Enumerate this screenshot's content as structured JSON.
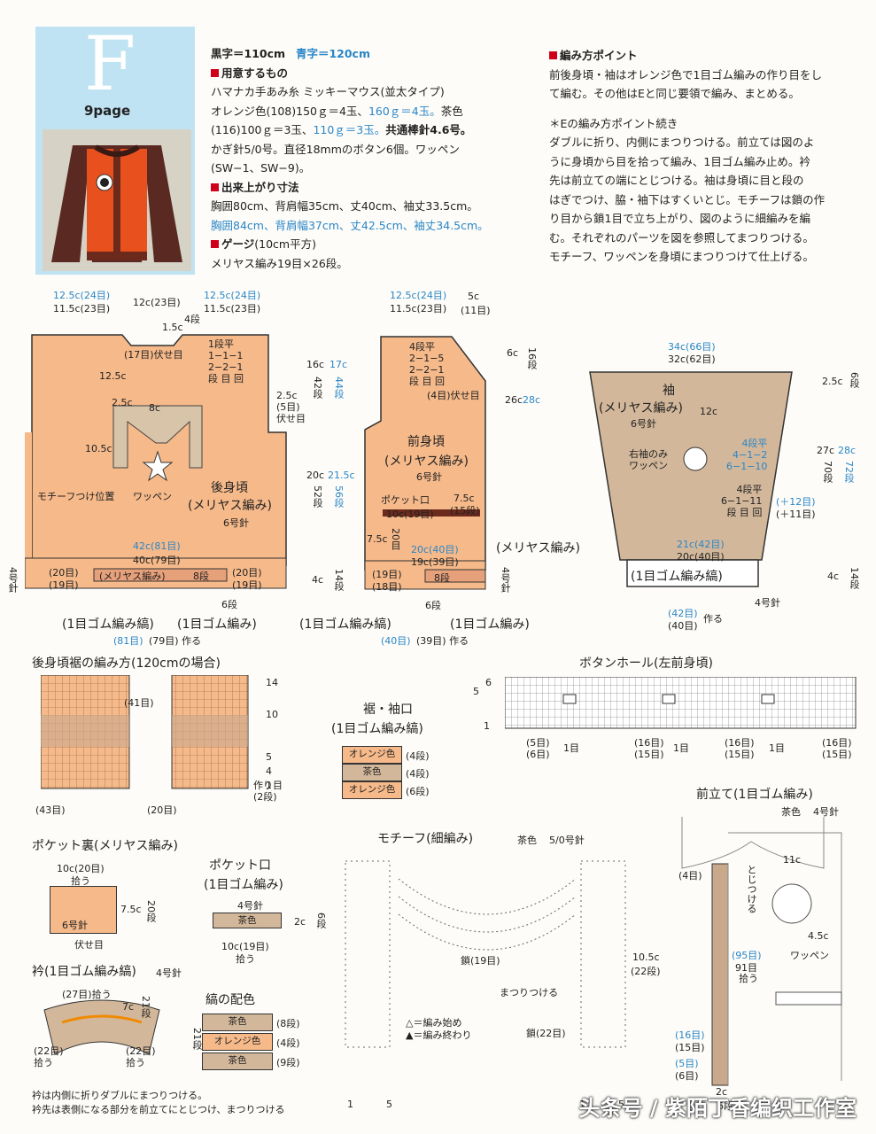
{
  "header": {
    "letter": "F",
    "page": "9page",
    "size_black": "黒字＝110cm",
    "size_blue": "青字＝120cm"
  },
  "materials": {
    "title": "用意するもの",
    "yarn": "ハマナカ手あみ糸 ミッキーマウス(並太タイプ)",
    "orange_a": "オレンジ色(108)150ｇ＝4玉、",
    "orange_b": "160ｇ＝4玉。",
    "brown_label": "茶色",
    "brown_a": "(116)100ｇ＝3玉、",
    "brown_b": "110ｇ＝3玉。",
    "needles": "共通棒針4.6号。",
    "hook": "かぎ針5/0号。直径18mmのボタン6個。ワッペン",
    "patches": "(SW−1、SW−9)。"
  },
  "finished": {
    "title": "出来上がり寸法",
    "black": "胸囲80cm、背肩幅35cm、丈40cm、袖丈33.5cm。",
    "blue": "胸囲84cm、背肩幅37cm、丈42.5cm、袖丈34.5cm。"
  },
  "gauge": {
    "title": "ゲージ",
    "title_suffix": "(10cm平方)",
    "value": "メリヤス編み19目×26段。"
  },
  "points": {
    "title": "編み方ポイント",
    "lines": [
      "前後身頃・袖はオレンジ色で1目ゴム編みの作り目をし",
      "て編む。その他はEと同じ要領で編み、まとめる。",
      "",
      "＊Eの編み方ポイント続き",
      "ダブルに折り、内側にまつりつける。前立ては図のよ",
      "うに身頃から目を拾って編み、1目ゴム編み止め。衿",
      "先は前立ての端にとじつける。袖は身頃に目と段の",
      "はぎでつけ、脇・袖下はすくいとじ。モチーフは鎖の作",
      "り目から鎖1目で立ち上がり、図のように細編みを編",
      "む。それぞれのパーツを図を参照してまつりつける。",
      "モチーフ、ワッペンを身頃にまつりつけて仕上げる。"
    ]
  },
  "back": {
    "top_dims": [
      "12.5c(24目)",
      "11.5c(23目)",
      "12c(23目)",
      "12.5c(24目)",
      "11.5c(23目)"
    ],
    "neck": "1.5c",
    "neck_rows": "4段",
    "bind_off": "(17目)伏せ目",
    "neck_rule": "1段平\n1−1−1\n2−2−1\n段 目 回",
    "shoulder": "12.5c",
    "armhole": "2.5c\n(5目)\n伏せ目",
    "motif_w": "8c",
    "motif_a": "2.5c",
    "motif_h": "10.5c",
    "motif_pos": "モチーフつけ位置",
    "patch": "ワッペン",
    "name": "後身頃",
    "stitch": "(メリヤス編み)",
    "needle": "6号針",
    "width_blue": "42c(81目)",
    "width": "40c(79目)",
    "rib_label": "(メリヤス編み)",
    "rows8": "8段",
    "rows6": "6段",
    "side_l": "(20目)\n(19目)",
    "side_r": "(20目)\n(19目)",
    "hem_h": "4号針",
    "upper_h": "16c",
    "upper_h_blue": "17c",
    "upper_rows": "42段",
    "upper_rows_blue": "44段",
    "lower_h": "20c",
    "lower_h_blue": "21.5c",
    "lower_rows": "52段",
    "lower_rows_blue": "56段",
    "rib_h": "4c",
    "rib_rows": "14段",
    "rib1": "(1目ゴム編み縞)",
    "rib2": "(1目ゴム編み)",
    "cast_on_blue": "(81目)",
    "cast_on": "(79目) 作る"
  },
  "front": {
    "top_blue": "12.5c(24目)",
    "top": "11.5c(23目)",
    "neck_w": "5c",
    "neck_st": "(11目)",
    "neck_rule": "4段平\n2−1−5\n2−2−1\n段 目 回",
    "bind": "(4目)伏せ目",
    "name": "前身頃",
    "stitch": "(メリヤス編み)",
    "needle": "6号針",
    "pocket": "ポケット口",
    "pocket_st": "10c(19目)",
    "pocket_h": "7.5c",
    "pocket_rows": "(15段)",
    "pocket_pos": "7.5c",
    "pocket_pos_st": "20目",
    "width_blue": "20c(40目)",
    "width": "19c(39目)",
    "stockinette": "(メリヤス編み)",
    "rows8": "8段",
    "rows6": "6段",
    "side": "(19目)\n(18目)",
    "upper_h": "6c",
    "upper_rows": "16段",
    "mid_h": "26c",
    "mid_h_blue": "28c",
    "rib_h": "4号針",
    "rib1": "(1目ゴム編み縞)",
    "rib2": "(1目ゴム編み)",
    "cast_on_blue": "(40目)",
    "cast_on": "(39目) 作る"
  },
  "sleeve": {
    "top_blue": "34c(66目)",
    "top": "32c(62目)",
    "cap": "2.5c",
    "cap_rows": "6段",
    "name": "袖",
    "stitch": "(メリヤス編み)",
    "needle": "6号針",
    "len": "12c",
    "patch": "右袖のみ\nワッペン",
    "rule_blue": "4段平\n4−1−2\n6−1−10",
    "rule": "4段平\n6−1−11\n段 目 回",
    "plus_blue": "(＋12目)",
    "plus": "(＋11目)",
    "len_h": "27c",
    "len_h_blue": "28c",
    "len_rows": "70段",
    "len_rows_blue": "72段",
    "bottom_blue": "21c(42目)",
    "bottom": "20c(40目)",
    "rib": "(1目ゴム編み縞)",
    "rib_h": "4c",
    "rib_rows": "14段",
    "needle4": "4号針",
    "cast_on_blue": "(42目)",
    "cast_on": "(40目)",
    "make": "作る"
  },
  "hem_chart": {
    "title": "後身頃裾の編み方(120cmの場合)",
    "rows": [
      "14",
      "10",
      "5",
      "4",
      "1"
    ],
    "bottom_l": "(43目)",
    "bottom_m": "(20目)",
    "bottom_r": "(41目)",
    "start": "作り目\n(2段)"
  },
  "hem_cuff": {
    "title": "裾・袖口",
    "subtitle": "(1目ゴム編み縞)",
    "stripes": [
      {
        "color": "オレンジ色",
        "rows": "(4段)"
      },
      {
        "color": "茶色",
        "rows": "(4段)"
      },
      {
        "color": "オレンジ色",
        "rows": "(6段)"
      }
    ]
  },
  "buttonhole": {
    "title": "ボタンホール(左前身頃)",
    "row6": "6",
    "row5": "5",
    "row1": "1",
    "counts": [
      "(5目)\n(6目)",
      "1目",
      "(16目)\n(15目)",
      "1目",
      "(16目)\n(15目)",
      "1目",
      "(16目)\n(15目)"
    ]
  },
  "pocket_back": {
    "title": "ポケット裏(メリヤス編み)",
    "width": "10c(20目)",
    "pick": "拾う",
    "needle": "6号針",
    "h": "7.5c",
    "rows": "20段",
    "bind": "伏せ目"
  },
  "pocket_mouth": {
    "title": "ポケット口",
    "subtitle": "(1目ゴム編み)",
    "needle": "4号針",
    "color": "茶色",
    "h": "2c",
    "rows": "6段",
    "width": "10c(19目)",
    "pick": "拾う"
  },
  "collar": {
    "title": "衿(1目ゴム編み縞)",
    "needle": "4号針",
    "top": "(27目)拾う",
    "h": "7c",
    "rows": "21段",
    "left": "(22目)\n拾う",
    "right": "(22目)\n拾う",
    "note1": "衿は内側に折りダブルにまつりつける。",
    "note2": "衿先は表側になる部分を前立てにとじつけ、まつりつける"
  },
  "stripe_cfg": {
    "title": "縞の配色",
    "rows_total": "21段",
    "stripes": [
      {
        "color": "茶色",
        "rows": "(8段)"
      },
      {
        "color": "オレンジ色",
        "rows": "(4段)"
      },
      {
        "color": "茶色",
        "rows": "(9段)"
      }
    ]
  },
  "motif": {
    "title": "モチーフ(細編み)",
    "color": "茶色",
    "hook": "5/0号針",
    "chain19": "鎖(19目)",
    "chain22": "鎖(22目)",
    "sew": "まつりつける",
    "h": "10.5c",
    "rows": "(22段)",
    "legend_start": "＝編み始め",
    "legend_end": "＝編み終わり",
    "marks": [
      "1",
      "5",
      "1",
      "5"
    ]
  },
  "placket": {
    "title": "前立て(1目ゴム編み)",
    "color": "茶色",
    "needle": "4号針",
    "top": "(4目)",
    "join": "とじつける",
    "collar_h": "11c",
    "pick_blue": "(95目)",
    "pick": "91目",
    "pick2": "拾う",
    "b16": "(16目)",
    "b15": "(15目)",
    "b5": "(5目)",
    "b6": "(6目)",
    "w": "2c",
    "wrows": "6段",
    "patch_d": "4.5c",
    "patch": "ワッペン"
  },
  "watermark": "头条号 / 紫陌丁香编织工作室"
}
